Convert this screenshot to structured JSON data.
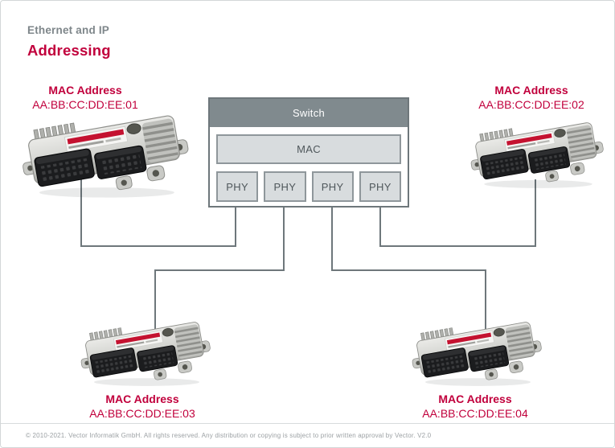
{
  "header": {
    "subtitle": "Ethernet and IP",
    "title": "Addressing"
  },
  "switch_box": {
    "title": "Switch",
    "mac_label": "MAC",
    "phy_labels": [
      "PHY",
      "PHY",
      "PHY",
      "PHY"
    ]
  },
  "nodes": [
    {
      "label": "MAC Address",
      "address": "AA:BB:CC:DD:EE:01"
    },
    {
      "label": "MAC Address",
      "address": "AA:BB:CC:DD:EE:02"
    },
    {
      "label": "MAC Address",
      "address": "AA:BB:CC:DD:EE:03"
    },
    {
      "label": "MAC Address",
      "address": "AA:BB:CC:DD:EE:04"
    }
  ],
  "footer": {
    "copyright": "© 2010-2021. Vector Informatik GmbH. All rights reserved. Any distribution or copying is subject to prior written approval by Vector. V2.0"
  },
  "colors": {
    "accent_red": "#C1003C",
    "switch_header_gray": "#808A8E",
    "layer_box_fill": "#D8DCDE",
    "layer_box_border": "#8F979B",
    "wire_gray": "#6E777B"
  }
}
